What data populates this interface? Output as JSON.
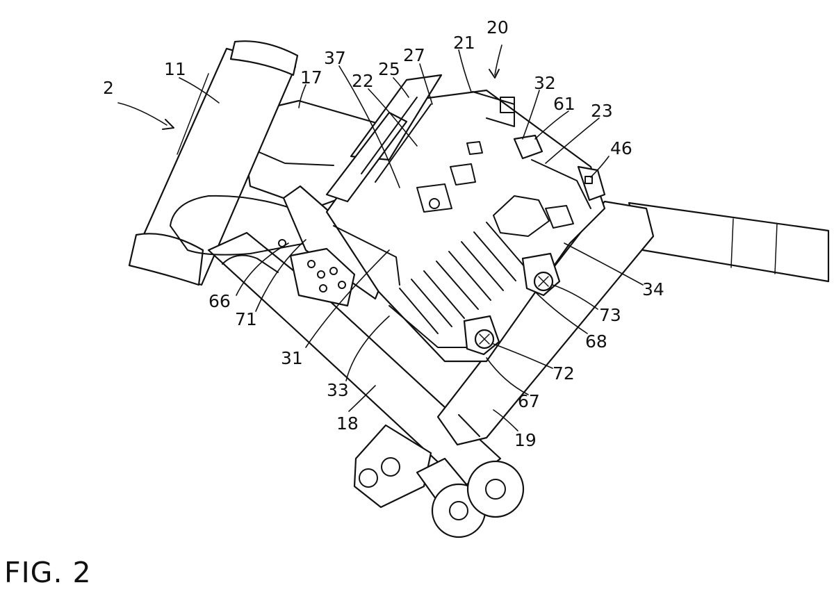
{
  "figure": {
    "caption": "FIG. 2"
  },
  "colors": {
    "line": "#111111",
    "background": "#ffffff"
  },
  "reference_numerals": [
    {
      "id": "ref-2",
      "text": "2"
    },
    {
      "id": "ref-11",
      "text": "11"
    },
    {
      "id": "ref-17",
      "text": "17"
    },
    {
      "id": "ref-37",
      "text": "37"
    },
    {
      "id": "ref-22",
      "text": "22"
    },
    {
      "id": "ref-25",
      "text": "25"
    },
    {
      "id": "ref-27",
      "text": "27"
    },
    {
      "id": "ref-21",
      "text": "21"
    },
    {
      "id": "ref-20",
      "text": "20"
    },
    {
      "id": "ref-32",
      "text": "32"
    },
    {
      "id": "ref-61",
      "text": "61"
    },
    {
      "id": "ref-23",
      "text": "23"
    },
    {
      "id": "ref-46",
      "text": "46"
    },
    {
      "id": "ref-34",
      "text": "34"
    },
    {
      "id": "ref-73",
      "text": "73"
    },
    {
      "id": "ref-68",
      "text": "68"
    },
    {
      "id": "ref-72",
      "text": "72"
    },
    {
      "id": "ref-67",
      "text": "67"
    },
    {
      "id": "ref-19",
      "text": "19"
    },
    {
      "id": "ref-18",
      "text": "18"
    },
    {
      "id": "ref-33",
      "text": "33"
    },
    {
      "id": "ref-31",
      "text": "31"
    },
    {
      "id": "ref-66",
      "text": "66"
    },
    {
      "id": "ref-71",
      "text": "71"
    }
  ]
}
